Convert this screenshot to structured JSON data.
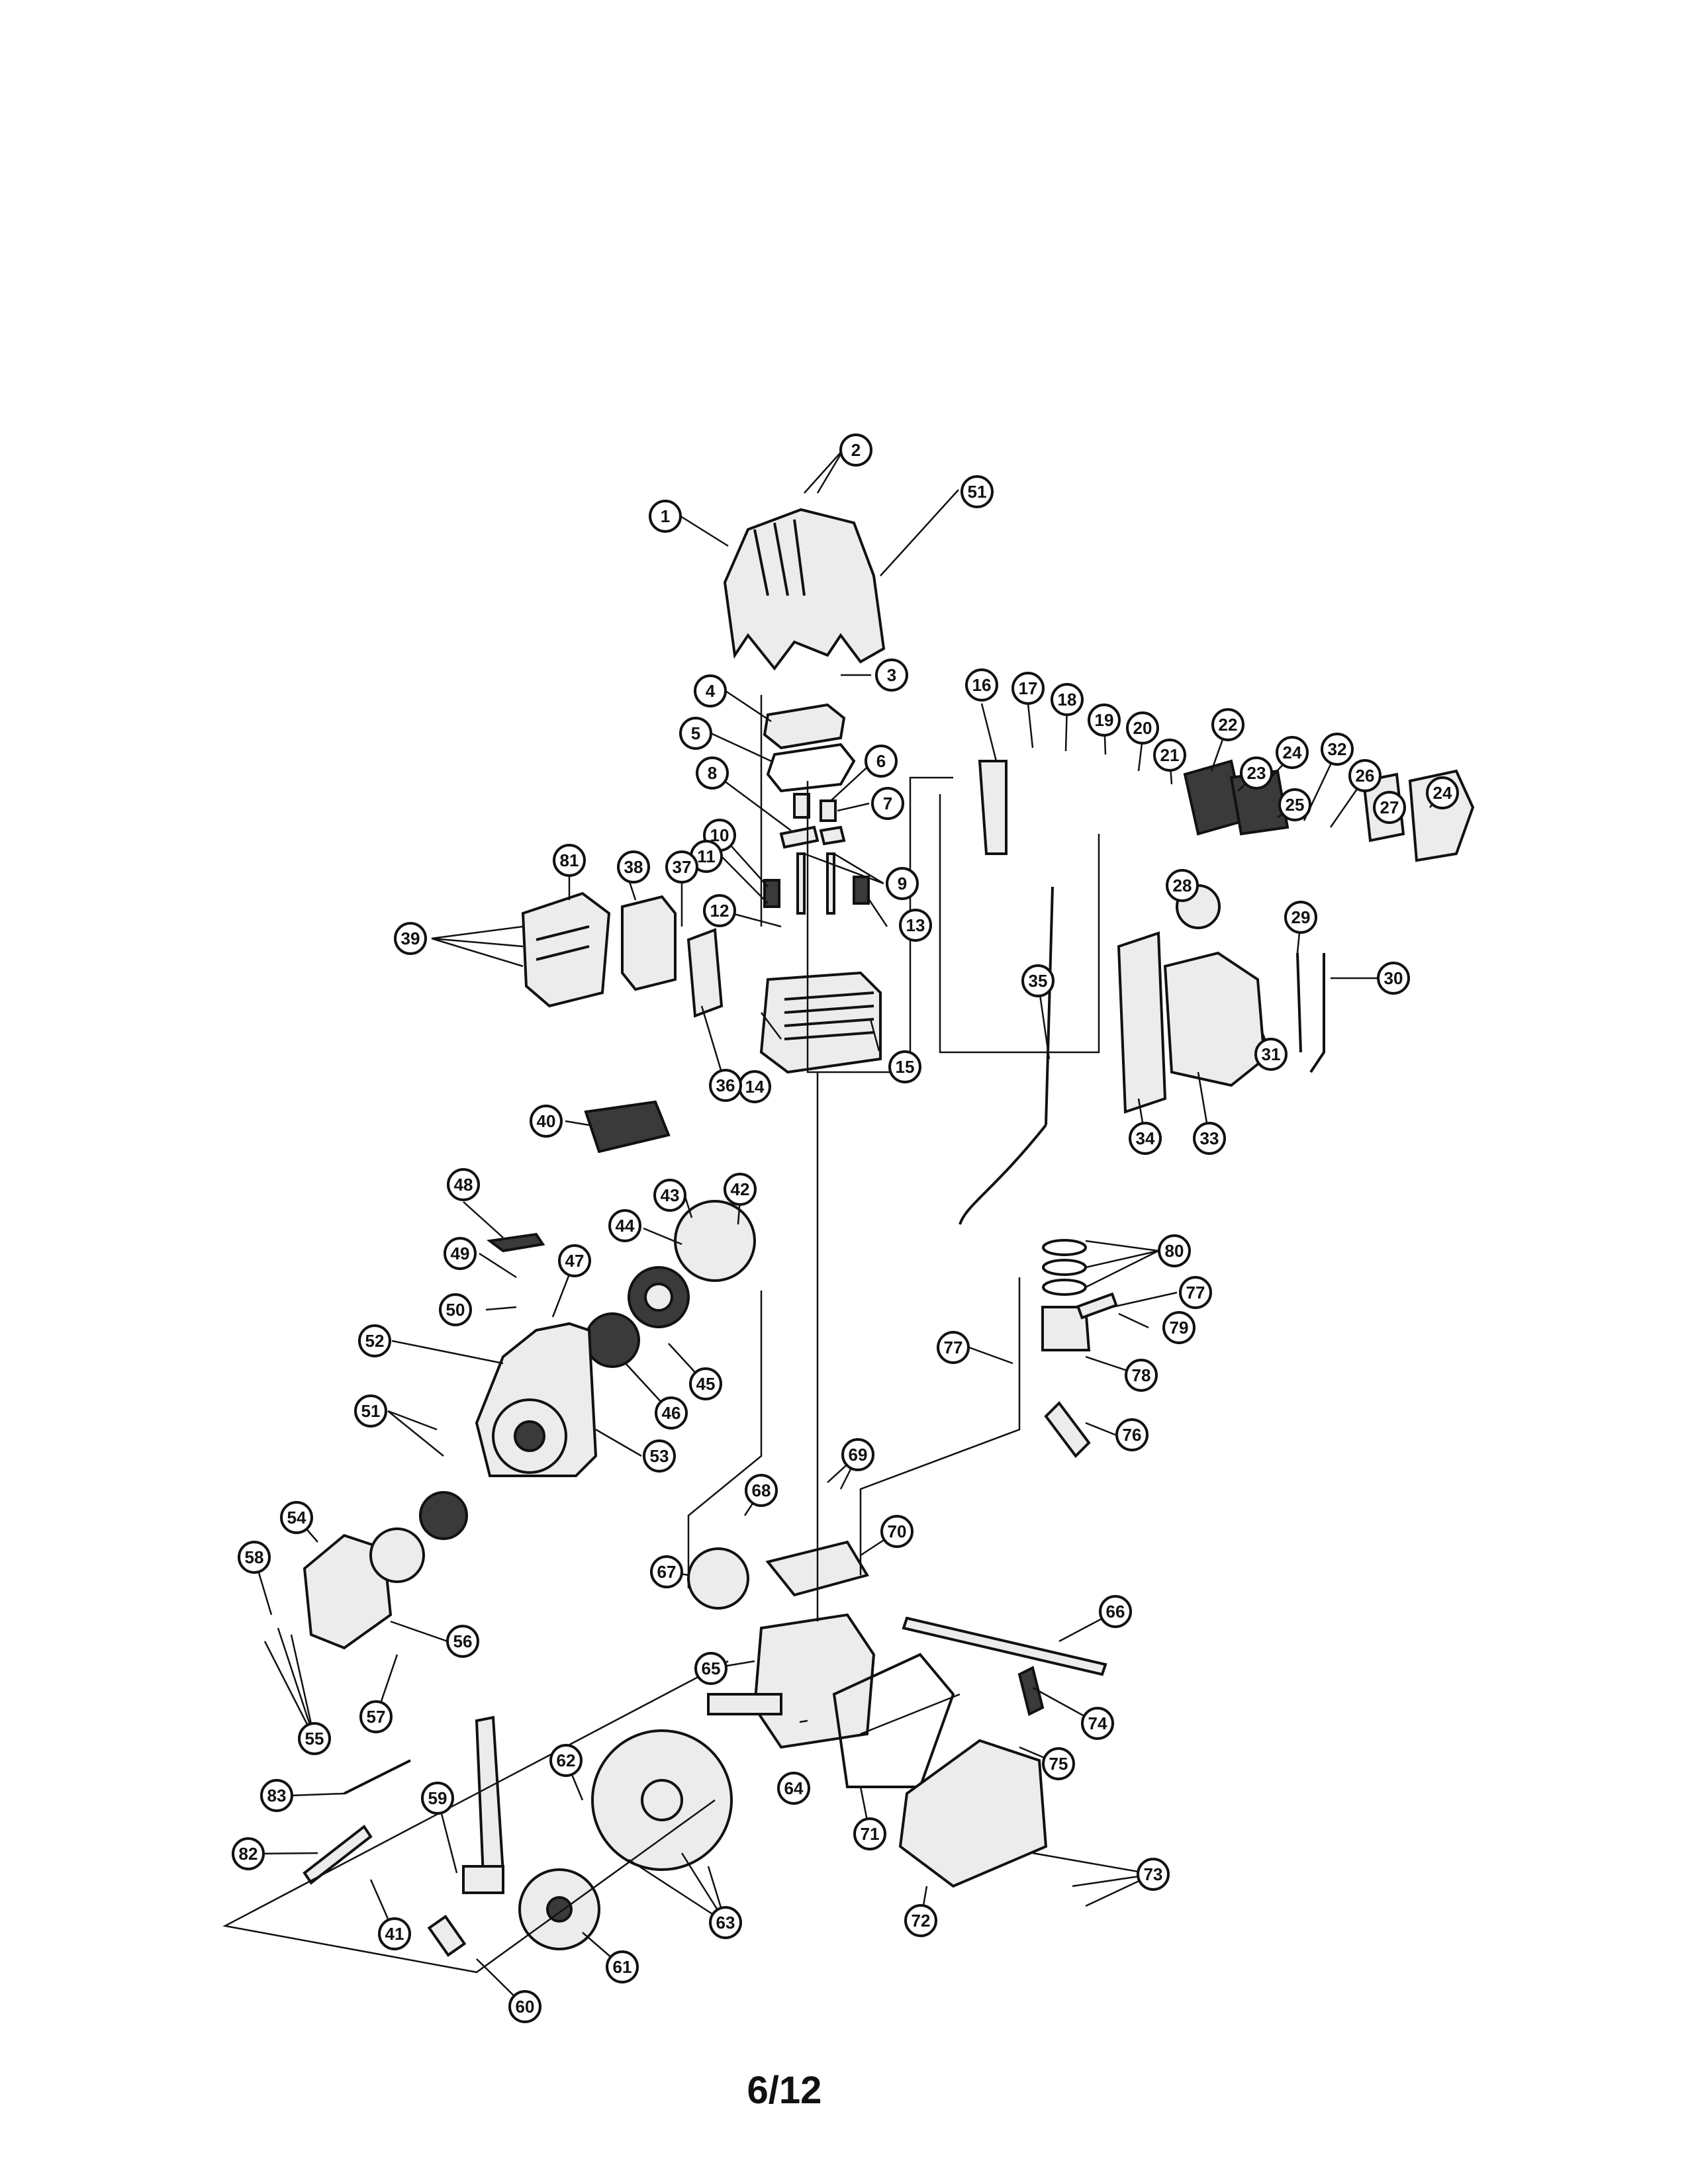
{
  "page_number": "6/12",
  "callouts": [
    {
      "id": "c1",
      "label": "1"
    },
    {
      "id": "c2",
      "label": "2"
    },
    {
      "id": "c51a",
      "label": "51"
    },
    {
      "id": "c3",
      "label": "3"
    },
    {
      "id": "c4",
      "label": "4"
    },
    {
      "id": "c5",
      "label": "5"
    },
    {
      "id": "c6",
      "label": "6"
    },
    {
      "id": "c7",
      "label": "7"
    },
    {
      "id": "c8",
      "label": "8"
    },
    {
      "id": "c9",
      "label": "9"
    },
    {
      "id": "c10",
      "label": "10"
    },
    {
      "id": "c11",
      "label": "11"
    },
    {
      "id": "c12",
      "label": "12"
    },
    {
      "id": "c13",
      "label": "13"
    },
    {
      "id": "c14",
      "label": "14"
    },
    {
      "id": "c15",
      "label": "15"
    },
    {
      "id": "c16",
      "label": "16"
    },
    {
      "id": "c17",
      "label": "17"
    },
    {
      "id": "c18",
      "label": "18"
    },
    {
      "id": "c19",
      "label": "19"
    },
    {
      "id": "c20",
      "label": "20"
    },
    {
      "id": "c21",
      "label": "21"
    },
    {
      "id": "c22",
      "label": "22"
    },
    {
      "id": "c23",
      "label": "23"
    },
    {
      "id": "c24a",
      "label": "24"
    },
    {
      "id": "c25",
      "label": "25"
    },
    {
      "id": "c32",
      "label": "32"
    },
    {
      "id": "c26",
      "label": "26"
    },
    {
      "id": "c27",
      "label": "27"
    },
    {
      "id": "c24b",
      "label": "24"
    },
    {
      "id": "c28",
      "label": "28"
    },
    {
      "id": "c29",
      "label": "29"
    },
    {
      "id": "c30",
      "label": "30"
    },
    {
      "id": "c31",
      "label": "31"
    },
    {
      "id": "c33",
      "label": "33"
    },
    {
      "id": "c34",
      "label": "34"
    },
    {
      "id": "c35",
      "label": "35"
    },
    {
      "id": "c36",
      "label": "36"
    },
    {
      "id": "c37",
      "label": "37"
    },
    {
      "id": "c38",
      "label": "38"
    },
    {
      "id": "c81",
      "label": "81"
    },
    {
      "id": "c39",
      "label": "39"
    },
    {
      "id": "c40",
      "label": "40"
    },
    {
      "id": "c48",
      "label": "48"
    },
    {
      "id": "c43",
      "label": "43"
    },
    {
      "id": "c42",
      "label": "42"
    },
    {
      "id": "c44",
      "label": "44"
    },
    {
      "id": "c49",
      "label": "49"
    },
    {
      "id": "c47",
      "label": "47"
    },
    {
      "id": "c50",
      "label": "50"
    },
    {
      "id": "c52",
      "label": "52"
    },
    {
      "id": "c45",
      "label": "45"
    },
    {
      "id": "c46",
      "label": "46"
    },
    {
      "id": "c51b",
      "label": "51"
    },
    {
      "id": "c53",
      "label": "53"
    },
    {
      "id": "c54",
      "label": "54"
    },
    {
      "id": "c58",
      "label": "58"
    },
    {
      "id": "c56",
      "label": "56"
    },
    {
      "id": "c57",
      "label": "57"
    },
    {
      "id": "c55",
      "label": "55"
    },
    {
      "id": "c80",
      "label": "80"
    },
    {
      "id": "c77a",
      "label": "77"
    },
    {
      "id": "c79",
      "label": "79"
    },
    {
      "id": "c77b",
      "label": "77"
    },
    {
      "id": "c78",
      "label": "78"
    },
    {
      "id": "c76",
      "label": "76"
    },
    {
      "id": "c69",
      "label": "69"
    },
    {
      "id": "c68",
      "label": "68"
    },
    {
      "id": "c70",
      "label": "70"
    },
    {
      "id": "c67",
      "label": "67"
    },
    {
      "id": "c66",
      "label": "66"
    },
    {
      "id": "c65",
      "label": "65"
    },
    {
      "id": "c74",
      "label": "74"
    },
    {
      "id": "c75",
      "label": "75"
    },
    {
      "id": "c64",
      "label": "64"
    },
    {
      "id": "c62",
      "label": "62"
    },
    {
      "id": "c59",
      "label": "59"
    },
    {
      "id": "c83",
      "label": "83"
    },
    {
      "id": "c82",
      "label": "82"
    },
    {
      "id": "c71",
      "label": "71"
    },
    {
      "id": "c73",
      "label": "73"
    },
    {
      "id": "c63",
      "label": "63"
    },
    {
      "id": "c41",
      "label": "41"
    },
    {
      "id": "c72",
      "label": "72"
    },
    {
      "id": "c61",
      "label": "61"
    },
    {
      "id": "c60",
      "label": "60"
    }
  ]
}
